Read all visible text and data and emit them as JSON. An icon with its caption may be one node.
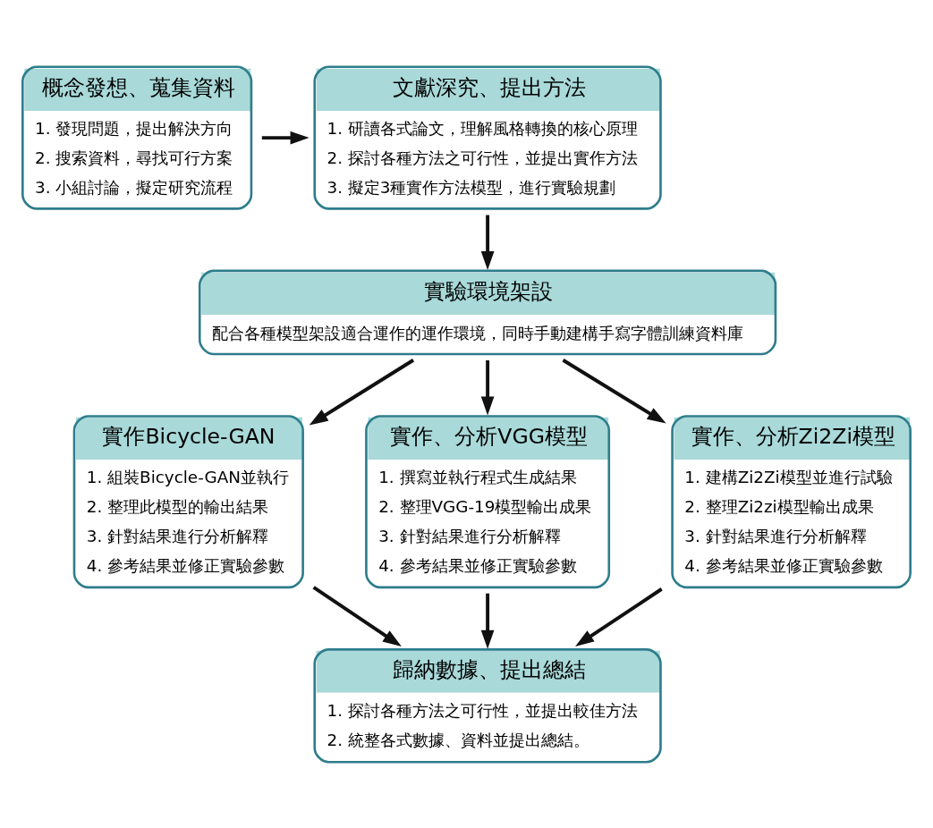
{
  "diagram": {
    "nodes": [
      {
        "text": [
          "概念發想、蒐集資料",
          "1. 發現問題，提出解決方向",
          "2. 搜索資料，尋找可行方案",
          "3. 小組討論，擬定研究流程"
        ]
      },
      {
        "text": [
          "文獻深究、提出方法",
          "1. 研讀各式論文，理解風格轉換的核心原理",
          "2. 探討各種方法之可行性，並提出實作方法",
          "3. 擬定3種實作方法模型，進行實驗規劃"
        ]
      },
      {
        "text": [
          "實驗環境架設",
          "配合各種模型架設適合運作的運作環境，同時手動建構手寫字體訓練資料庫"
        ]
      },
      {
        "text": [
          "實作Bicycle-GAN",
          "1. 組裝Bicycle-GAN並執行",
          "2. 整理此模型的輸出結果",
          "3. 針對結果進行分析解釋",
          "4. 參考結果並修正實驗參數"
        ]
      },
      {
        "text": [
          "實作、分析VGG模型",
          "1. 撰寫並執行程式生成結果",
          "2. 整理VGG-19模型輸出成果",
          "3. 針對結果進行分析解釋",
          "4. 參考結果並修正實驗參數"
        ]
      },
      {
        "text": [
          "實作、分析Zi2Zi模型",
          "1. 建構Zi2Zi模型並進行試驗",
          "2. 整理Zi2zi模型輸出成果",
          "3. 針對結果進行分析解釋",
          "4. 參考結果並修正實驗參數"
        ]
      },
      {
        "text": [
          "歸納數據、提出總結",
          "1. 探討各種方法之可行性，並提出較佳方法",
          "2. 統整各式數據、資料並提出總結。"
        ]
      }
    ],
    "edges": [
      {
        "from": 0,
        "to": 1,
        "arrow": "to"
      },
      {
        "from": 1,
        "to": 2,
        "arrow": "to"
      },
      {
        "from": 2,
        "to": 3,
        "arrow": "to"
      },
      {
        "from": 2,
        "to": 4,
        "arrow": "to"
      },
      {
        "from": 2,
        "to": 5,
        "arrow": "to"
      },
      {
        "from": 3,
        "to": 6,
        "arrow": "to"
      },
      {
        "from": 4,
        "to": 6,
        "arrow": "to"
      },
      {
        "from": 5,
        "to": 6,
        "arrow": "to"
      }
    ]
  }
}
